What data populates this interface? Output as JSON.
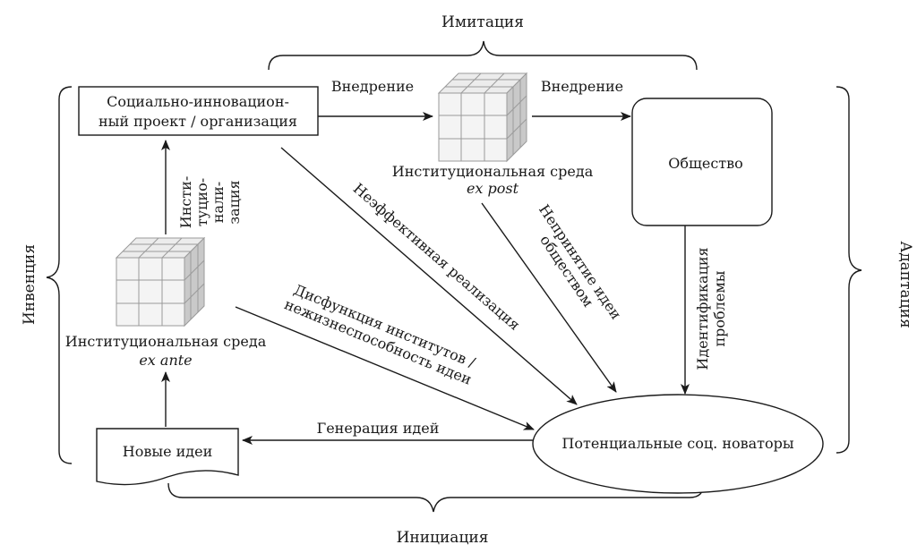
{
  "braces": {
    "top": "Имитация",
    "left": "Инвенция",
    "right": "Адаптация",
    "bottom": "Инициация"
  },
  "nodes": {
    "project": [
      "Социально-инновацион-",
      "ный проект / организация"
    ],
    "env_post": {
      "line1": "Институциональная среда",
      "line2": "ex post"
    },
    "society": "Общество",
    "env_ante": {
      "line1": "Институциональная среда",
      "line2": "ex ante"
    },
    "new_ideas": "Новые идеи",
    "innovators": "Потенциальные соц. новаторы"
  },
  "edges": {
    "implementation_1": "Внедрение",
    "implementation_2": "Внедрение",
    "institutionalization": [
      "Инсти-",
      "туцио-",
      "нали-",
      "зация"
    ],
    "ineffective": "Неэффективная реализация",
    "rejection": [
      "Непринятие идеи",
      "обществом"
    ],
    "identification": [
      "Идентификация",
      "проблемы"
    ],
    "dysfunction": [
      "Дисфункция институтов /",
      "нежизнеспособность идеи"
    ],
    "generation": "Генерация идей"
  }
}
